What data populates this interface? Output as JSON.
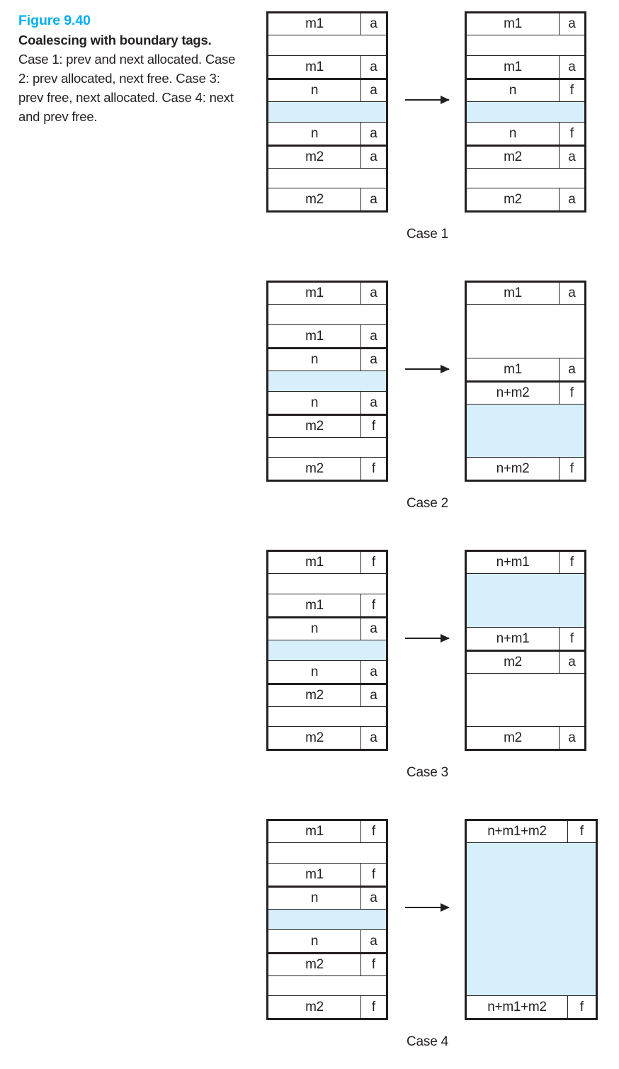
{
  "caption": {
    "figure_number": "Figure 9.40",
    "title": "Coalescing with boundary tags.",
    "body": " Case 1: prev and next allocated. Case 2: prev allocated, next free. Case 3: prev free, next allocated. Case 4: next and prev free."
  },
  "colors": {
    "accent": "#00aeef",
    "free_block": "#d6effa",
    "ink": "#231f20",
    "background": "#ffffff"
  },
  "arrow_icon": "right-arrow-icon",
  "cases": [
    {
      "label": "Case 1",
      "before": {
        "chunks": [
          {
            "rows": [
              {
                "type": "header",
                "size": "m1",
                "tag": "a",
                "fill": "white"
              },
              {
                "type": "payload",
                "size": "",
                "tag": "",
                "fill": "white"
              },
              {
                "type": "footer",
                "size": "m1",
                "tag": "a",
                "fill": "white"
              }
            ]
          },
          {
            "rows": [
              {
                "type": "header",
                "size": "n",
                "tag": "a",
                "fill": "white"
              },
              {
                "type": "payload",
                "size": "",
                "tag": "",
                "fill": "free"
              },
              {
                "type": "footer",
                "size": "n",
                "tag": "a",
                "fill": "white"
              }
            ]
          },
          {
            "rows": [
              {
                "type": "header",
                "size": "m2",
                "tag": "a",
                "fill": "white"
              },
              {
                "type": "payload",
                "size": "",
                "tag": "",
                "fill": "white"
              },
              {
                "type": "footer",
                "size": "m2",
                "tag": "a",
                "fill": "white"
              }
            ]
          }
        ]
      },
      "after": {
        "chunks": [
          {
            "rows": [
              {
                "type": "header",
                "size": "m1",
                "tag": "a",
                "fill": "white"
              },
              {
                "type": "payload",
                "size": "",
                "tag": "",
                "fill": "white"
              },
              {
                "type": "footer",
                "size": "m1",
                "tag": "a",
                "fill": "white"
              }
            ]
          },
          {
            "rows": [
              {
                "type": "header",
                "size": "n",
                "tag": "f",
                "fill": "white"
              },
              {
                "type": "payload",
                "size": "",
                "tag": "",
                "fill": "free"
              },
              {
                "type": "footer",
                "size": "n",
                "tag": "f",
                "fill": "white"
              }
            ]
          },
          {
            "rows": [
              {
                "type": "header",
                "size": "m2",
                "tag": "a",
                "fill": "white"
              },
              {
                "type": "payload",
                "size": "",
                "tag": "",
                "fill": "white"
              },
              {
                "type": "footer",
                "size": "m2",
                "tag": "a",
                "fill": "white"
              }
            ]
          }
        ]
      }
    },
    {
      "label": "Case 2",
      "before": {
        "chunks": [
          {
            "rows": [
              {
                "type": "header",
                "size": "m1",
                "tag": "a",
                "fill": "white"
              },
              {
                "type": "payload",
                "size": "",
                "tag": "",
                "fill": "white"
              },
              {
                "type": "footer",
                "size": "m1",
                "tag": "a",
                "fill": "white"
              }
            ]
          },
          {
            "rows": [
              {
                "type": "header",
                "size": "n",
                "tag": "a",
                "fill": "white"
              },
              {
                "type": "payload",
                "size": "",
                "tag": "",
                "fill": "free"
              },
              {
                "type": "footer",
                "size": "n",
                "tag": "a",
                "fill": "white"
              }
            ]
          },
          {
            "rows": [
              {
                "type": "header",
                "size": "m2",
                "tag": "f",
                "fill": "white"
              },
              {
                "type": "payload",
                "size": "",
                "tag": "",
                "fill": "white"
              },
              {
                "type": "footer",
                "size": "m2",
                "tag": "f",
                "fill": "white"
              }
            ]
          }
        ]
      },
      "after": {
        "chunks": [
          {
            "rows": [
              {
                "type": "header",
                "size": "m1",
                "tag": "a",
                "fill": "white"
              },
              {
                "type": "payload",
                "size": "",
                "tag": "",
                "fill": "white"
              },
              {
                "type": "footer",
                "size": "m1",
                "tag": "a",
                "fill": "white"
              }
            ]
          },
          {
            "rows": [
              {
                "type": "header",
                "size": "n+m2",
                "tag": "f",
                "fill": "white"
              },
              {
                "type": "payload",
                "size": "",
                "tag": "",
                "fill": "free"
              },
              {
                "type": "footer",
                "size": "n+m2",
                "tag": "f",
                "fill": "white"
              }
            ]
          }
        ]
      }
    },
    {
      "label": "Case 3",
      "before": {
        "chunks": [
          {
            "rows": [
              {
                "type": "header",
                "size": "m1",
                "tag": "f",
                "fill": "white"
              },
              {
                "type": "payload",
                "size": "",
                "tag": "",
                "fill": "white"
              },
              {
                "type": "footer",
                "size": "m1",
                "tag": "f",
                "fill": "white"
              }
            ]
          },
          {
            "rows": [
              {
                "type": "header",
                "size": "n",
                "tag": "a",
                "fill": "white"
              },
              {
                "type": "payload",
                "size": "",
                "tag": "",
                "fill": "free"
              },
              {
                "type": "footer",
                "size": "n",
                "tag": "a",
                "fill": "white"
              }
            ]
          },
          {
            "rows": [
              {
                "type": "header",
                "size": "m2",
                "tag": "a",
                "fill": "white"
              },
              {
                "type": "payload",
                "size": "",
                "tag": "",
                "fill": "white"
              },
              {
                "type": "footer",
                "size": "m2",
                "tag": "a",
                "fill": "white"
              }
            ]
          }
        ]
      },
      "after": {
        "chunks": [
          {
            "rows": [
              {
                "type": "header",
                "size": "n+m1",
                "tag": "f",
                "fill": "white"
              },
              {
                "type": "payload",
                "size": "",
                "tag": "",
                "fill": "free"
              },
              {
                "type": "footer",
                "size": "n+m1",
                "tag": "f",
                "fill": "white"
              }
            ]
          },
          {
            "rows": [
              {
                "type": "header",
                "size": "m2",
                "tag": "a",
                "fill": "white"
              },
              {
                "type": "payload",
                "size": "",
                "tag": "",
                "fill": "white"
              },
              {
                "type": "footer",
                "size": "m2",
                "tag": "a",
                "fill": "white"
              }
            ]
          }
        ]
      }
    },
    {
      "label": "Case 4",
      "before": {
        "chunks": [
          {
            "rows": [
              {
                "type": "header",
                "size": "m1",
                "tag": "f",
                "fill": "white"
              },
              {
                "type": "payload",
                "size": "",
                "tag": "",
                "fill": "white"
              },
              {
                "type": "footer",
                "size": "m1",
                "tag": "f",
                "fill": "white"
              }
            ]
          },
          {
            "rows": [
              {
                "type": "header",
                "size": "n",
                "tag": "a",
                "fill": "white"
              },
              {
                "type": "payload",
                "size": "",
                "tag": "",
                "fill": "free"
              },
              {
                "type": "footer",
                "size": "n",
                "tag": "a",
                "fill": "white"
              }
            ]
          },
          {
            "rows": [
              {
                "type": "header",
                "size": "m2",
                "tag": "f",
                "fill": "white"
              },
              {
                "type": "payload",
                "size": "",
                "tag": "",
                "fill": "white"
              },
              {
                "type": "footer",
                "size": "m2",
                "tag": "f",
                "fill": "white"
              }
            ]
          }
        ]
      },
      "after": {
        "chunks": [
          {
            "rows": [
              {
                "type": "header",
                "size": "n+m1+m2",
                "tag": "f",
                "fill": "white"
              },
              {
                "type": "payload",
                "size": "",
                "tag": "",
                "fill": "free"
              },
              {
                "type": "footer",
                "size": "n+m1+m2",
                "tag": "f",
                "fill": "white"
              }
            ]
          }
        ]
      }
    }
  ]
}
